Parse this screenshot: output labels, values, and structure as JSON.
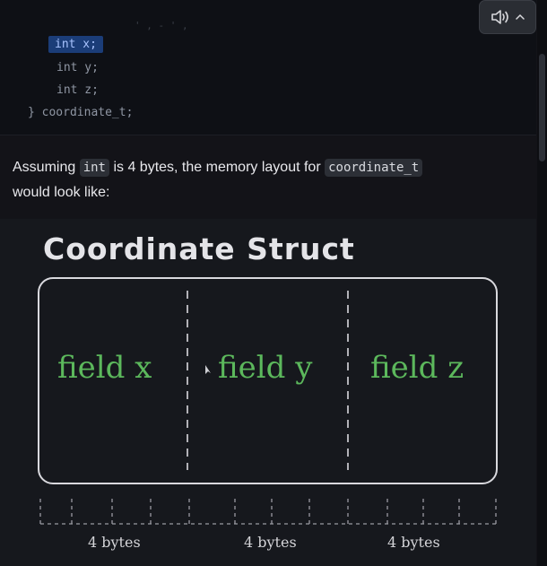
{
  "code": {
    "faded_top": "' , - ' ,",
    "line_x": "int x;",
    "line_y": "int y;",
    "line_z": "int z;",
    "line_end": "} coordinate_t;"
  },
  "audio": {
    "icon": "speaker-icon",
    "toggle_icon": "chevron-up-icon"
  },
  "paragraph": {
    "text_1": "Assuming ",
    "code_1": "int",
    "text_2": " is 4 bytes, the memory layout for ",
    "code_2": "coordinate_t",
    "text_3": " would look like:"
  },
  "diagram": {
    "title": "Coordinate Struct",
    "fields": [
      "field x",
      "field y",
      "field z"
    ],
    "byte_labels": [
      "4 bytes",
      "4 bytes",
      "4 bytes"
    ],
    "colors": {
      "field": "#5cb85c",
      "stroke": "#d9d9de",
      "background": "#16181d"
    }
  }
}
